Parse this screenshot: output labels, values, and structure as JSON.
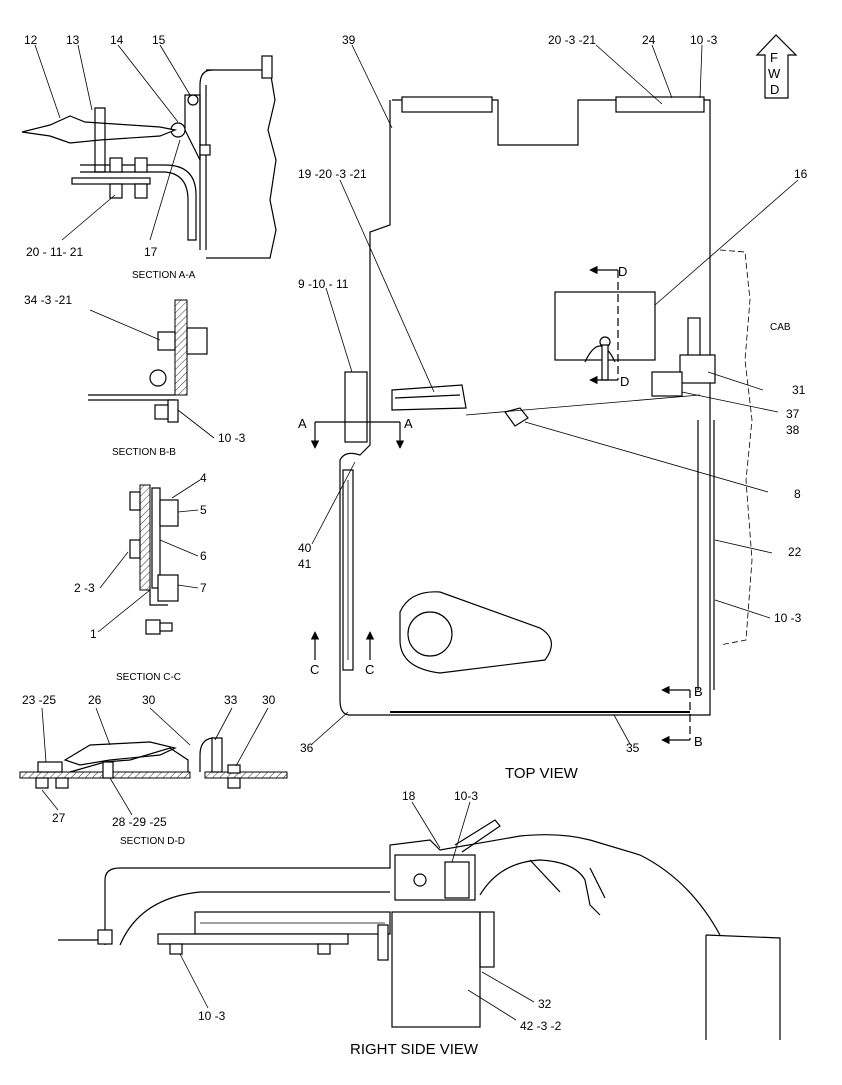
{
  "views": {
    "top_view": "TOP VIEW",
    "right_side_view": "RIGHT SIDE VIEW",
    "section_a": "SECTION A-A",
    "section_b": "SECTION B-B",
    "section_c": "SECTION C-C",
    "section_d": "SECTION D-D"
  },
  "fwd": [
    "F",
    "W",
    "D"
  ],
  "cab_label": "CAB",
  "section_marks": {
    "a": "A",
    "b": "B",
    "c": "C",
    "d": "D"
  },
  "callouts": {
    "c12": "12",
    "c13": "13",
    "c14": "14",
    "c15": "15",
    "c20_11_21": "20  - 11- 21",
    "c17": "17",
    "c34_3_21": "34  -3 -21",
    "c10_3_b": "10 -3",
    "c4": "4",
    "c5": "5",
    "c6": "6",
    "c2_3": "2 -3",
    "c7": "7",
    "c1": "1",
    "c23_25": "23  -25",
    "c26": "26",
    "c30a": "30",
    "c33": "33",
    "c30b": "30",
    "c27": "27",
    "c28_29_25": "28  -29  -25",
    "c39": "39",
    "c20_3_21": "20  -3 -21",
    "c24": "24",
    "c10_3_top": "10 -3",
    "c19_20_3_21": "19 -20  -3 -21",
    "c16": "16",
    "c9_10_11": "9 -10 - 11",
    "c31": "31",
    "c37": "37",
    "c38": "38",
    "c8": "8",
    "c40": "40",
    "c41": "41",
    "c22": "22",
    "c10_3_right": "10 -3",
    "c36": "36",
    "c35": "35",
    "c18": "18",
    "c10_3_side": "10-3",
    "c10_3_bottom": "10 -3",
    "c32": "32",
    "c42_3_2": "42  -3 -2"
  }
}
